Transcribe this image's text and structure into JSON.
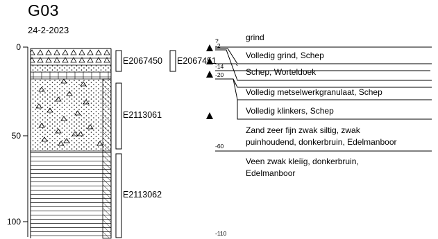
{
  "borehole": {
    "id": "G03",
    "date": "24-2-2023"
  },
  "depth_axis": {
    "ticks": [
      {
        "value": "0"
      },
      {
        "value": "50"
      },
      {
        "value": "100"
      }
    ]
  },
  "samples": [
    {
      "label": "E2067450"
    },
    {
      "label": "E2067451"
    },
    {
      "label": "E2113061"
    },
    {
      "label": "E2113062"
    }
  ],
  "layers": [
    {
      "depth_top": "-2",
      "description_lines": [
        "grind"
      ]
    },
    {
      "depth_top": "",
      "description_lines": [
        "Volledig grind, Schep"
      ]
    },
    {
      "depth_top": "-14",
      "description_lines": [
        "Schep, Worteldoek"
      ]
    },
    {
      "depth_top": "-20",
      "description_lines": [
        "Volledig metselwerkgranulaat, Schep"
      ]
    },
    {
      "depth_top": "",
      "description_lines": [
        "Volledig klinkers, Schep"
      ]
    },
    {
      "depth_top": "",
      "description_lines": [
        "Zand zeer fijn zwak siltig, zwak",
        "puinhoudend, donkerbruin, Edelmanboor"
      ]
    },
    {
      "depth_top": "-60",
      "description_lines": [
        "Veen zwak kleiïg, donkerbruin,",
        "Edelmanboor"
      ]
    },
    {
      "depth_top": "-110",
      "description_lines": []
    }
  ],
  "colors": {
    "line": "#000000",
    "background": "#ffffff"
  },
  "icons": [
    "water-level-triangle-icon"
  ]
}
